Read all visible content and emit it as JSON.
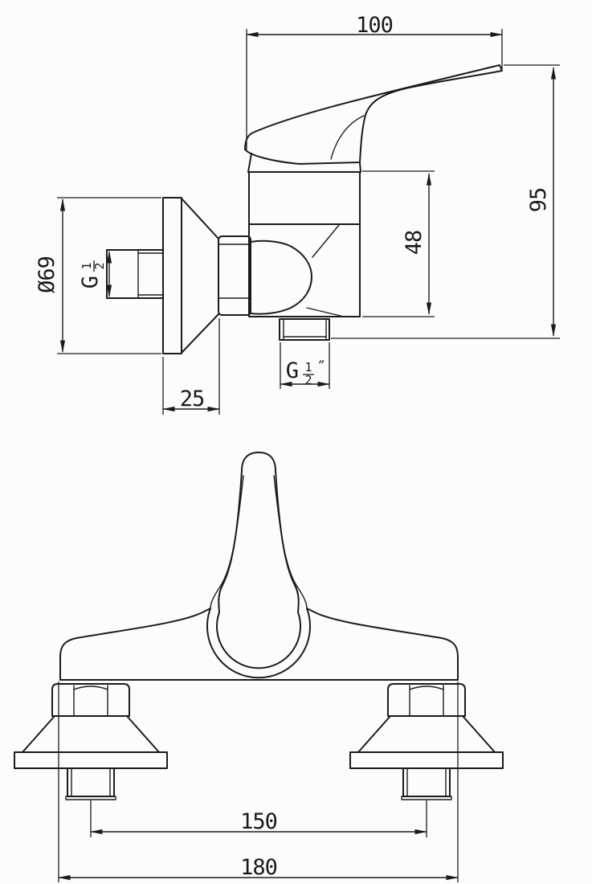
{
  "drawing": {
    "type": "technical-drawing",
    "subject": "wall-mounted shower mixer faucet, two orthographic views",
    "background_color": "#fcfcfc",
    "line_color": "#1b1b1b",
    "dimensions": {
      "handle_length": "100",
      "overall_height": "95",
      "body_height": "48",
      "flange_diameter": "Ø69",
      "wall_offset": "25",
      "hole_spacing": "150",
      "overall_width": "180",
      "inlet_thread": {
        "prefix": "G",
        "numerator": "1",
        "denominator": "2",
        "suffix": ""
      },
      "outlet_thread": {
        "prefix": "G",
        "numerator": "1",
        "denominator": "2",
        "suffix": "″"
      }
    }
  }
}
